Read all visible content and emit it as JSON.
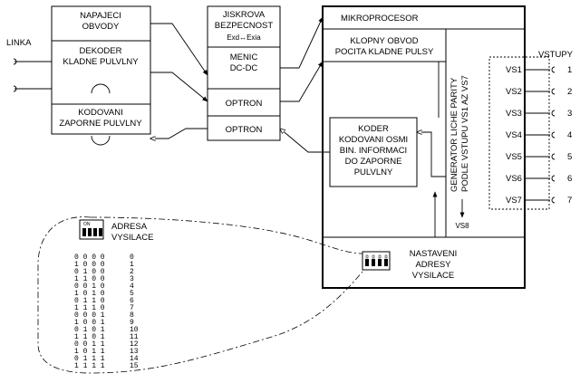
{
  "blocks": {
    "napajeci": [
      "NAPAJECI",
      "OBVODY"
    ],
    "dekoder": [
      "DEKODER",
      "KLADNE PULVLNY"
    ],
    "kodovani": [
      "KODOVANI",
      "ZAPORNE PULVLNY"
    ],
    "jiskrova": [
      "JISKROVA",
      "BEZPECNOST",
      "Exd↔Exia"
    ],
    "menic": [
      "MENIC",
      "DC-DC"
    ],
    "optron1": "OPTRON",
    "optron2": "OPTRON",
    "mikroprocesor": "MIKROPROCESOR",
    "klopny": [
      "KLOPNY OBVOD",
      "POCITA KLADNE PULSY"
    ],
    "koder": [
      "KODER",
      "KODOVANI OSMI",
      "BIN. INFORMACI",
      "DO ZAPORNE",
      "PULVLNY"
    ],
    "generator": [
      "GENERATOR LICHE PARITY",
      "PODLE VSTUPU VS1 AZ VS7"
    ],
    "vs8": "VS8",
    "nastaveni": [
      "NASTAVENI",
      "ADRESY",
      "VYSILACE"
    ]
  },
  "linka_label": "LINKA",
  "vstupy": {
    "title": "VSTUPY",
    "inputs": [
      "VS1",
      "VS2",
      "VS3",
      "VS4",
      "VS5",
      "VS6",
      "VS7"
    ],
    "numbers": [
      "1",
      "2",
      "3",
      "4",
      "5",
      "6",
      "7"
    ]
  },
  "adresa": {
    "title": [
      "ADRESA",
      "VYSILACE"
    ],
    "switch_label": "ON",
    "rows": [
      {
        "bits": "0 0 0 0",
        "value": "0"
      },
      {
        "bits": "1 0 0 0",
        "value": "1"
      },
      {
        "bits": "0 1 0 0",
        "value": "2"
      },
      {
        "bits": "1 1 0 0",
        "value": "3"
      },
      {
        "bits": "0 0 1 0",
        "value": "4"
      },
      {
        "bits": "1 0 1 0",
        "value": "5"
      },
      {
        "bits": "0 1 1 0",
        "value": "6"
      },
      {
        "bits": "1 1 1 0",
        "value": "7"
      },
      {
        "bits": "0 0 0 1",
        "value": "8"
      },
      {
        "bits": "1 0 0 1",
        "value": "9"
      },
      {
        "bits": "0 1 0 1",
        "value": "10"
      },
      {
        "bits": "1 1 0 1",
        "value": "11"
      },
      {
        "bits": "0 0 1 1",
        "value": "12"
      },
      {
        "bits": "1 0 1 1",
        "value": "13"
      },
      {
        "bits": "0 1 1 1",
        "value": "14"
      },
      {
        "bits": "1 1 1 1",
        "value": "15"
      }
    ]
  }
}
